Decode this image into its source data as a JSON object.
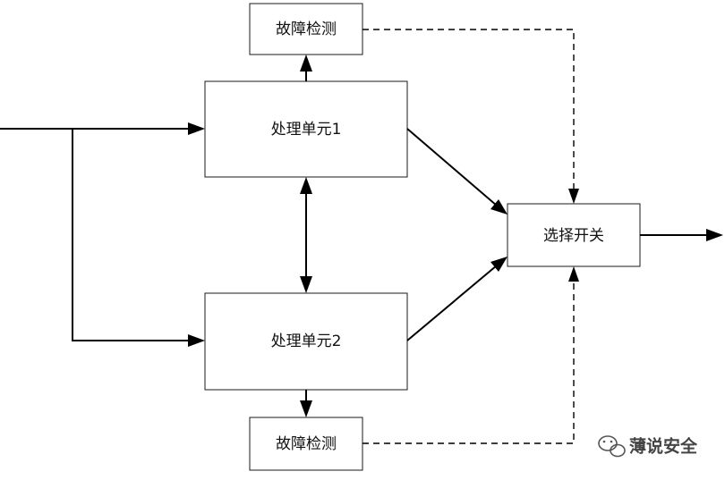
{
  "diagram": {
    "boxes": {
      "fault_detect_top": "故障检测",
      "unit1": "处理单元1",
      "unit2": "处理单元2",
      "fault_detect_bottom": "故障检测",
      "switch": "选择开关"
    }
  },
  "watermark": {
    "text": "薄说安全",
    "icon": "wechat-icon"
  },
  "colors": {
    "line": "#000000",
    "box_border": "#1a1a1a",
    "background": "#ffffff"
  }
}
